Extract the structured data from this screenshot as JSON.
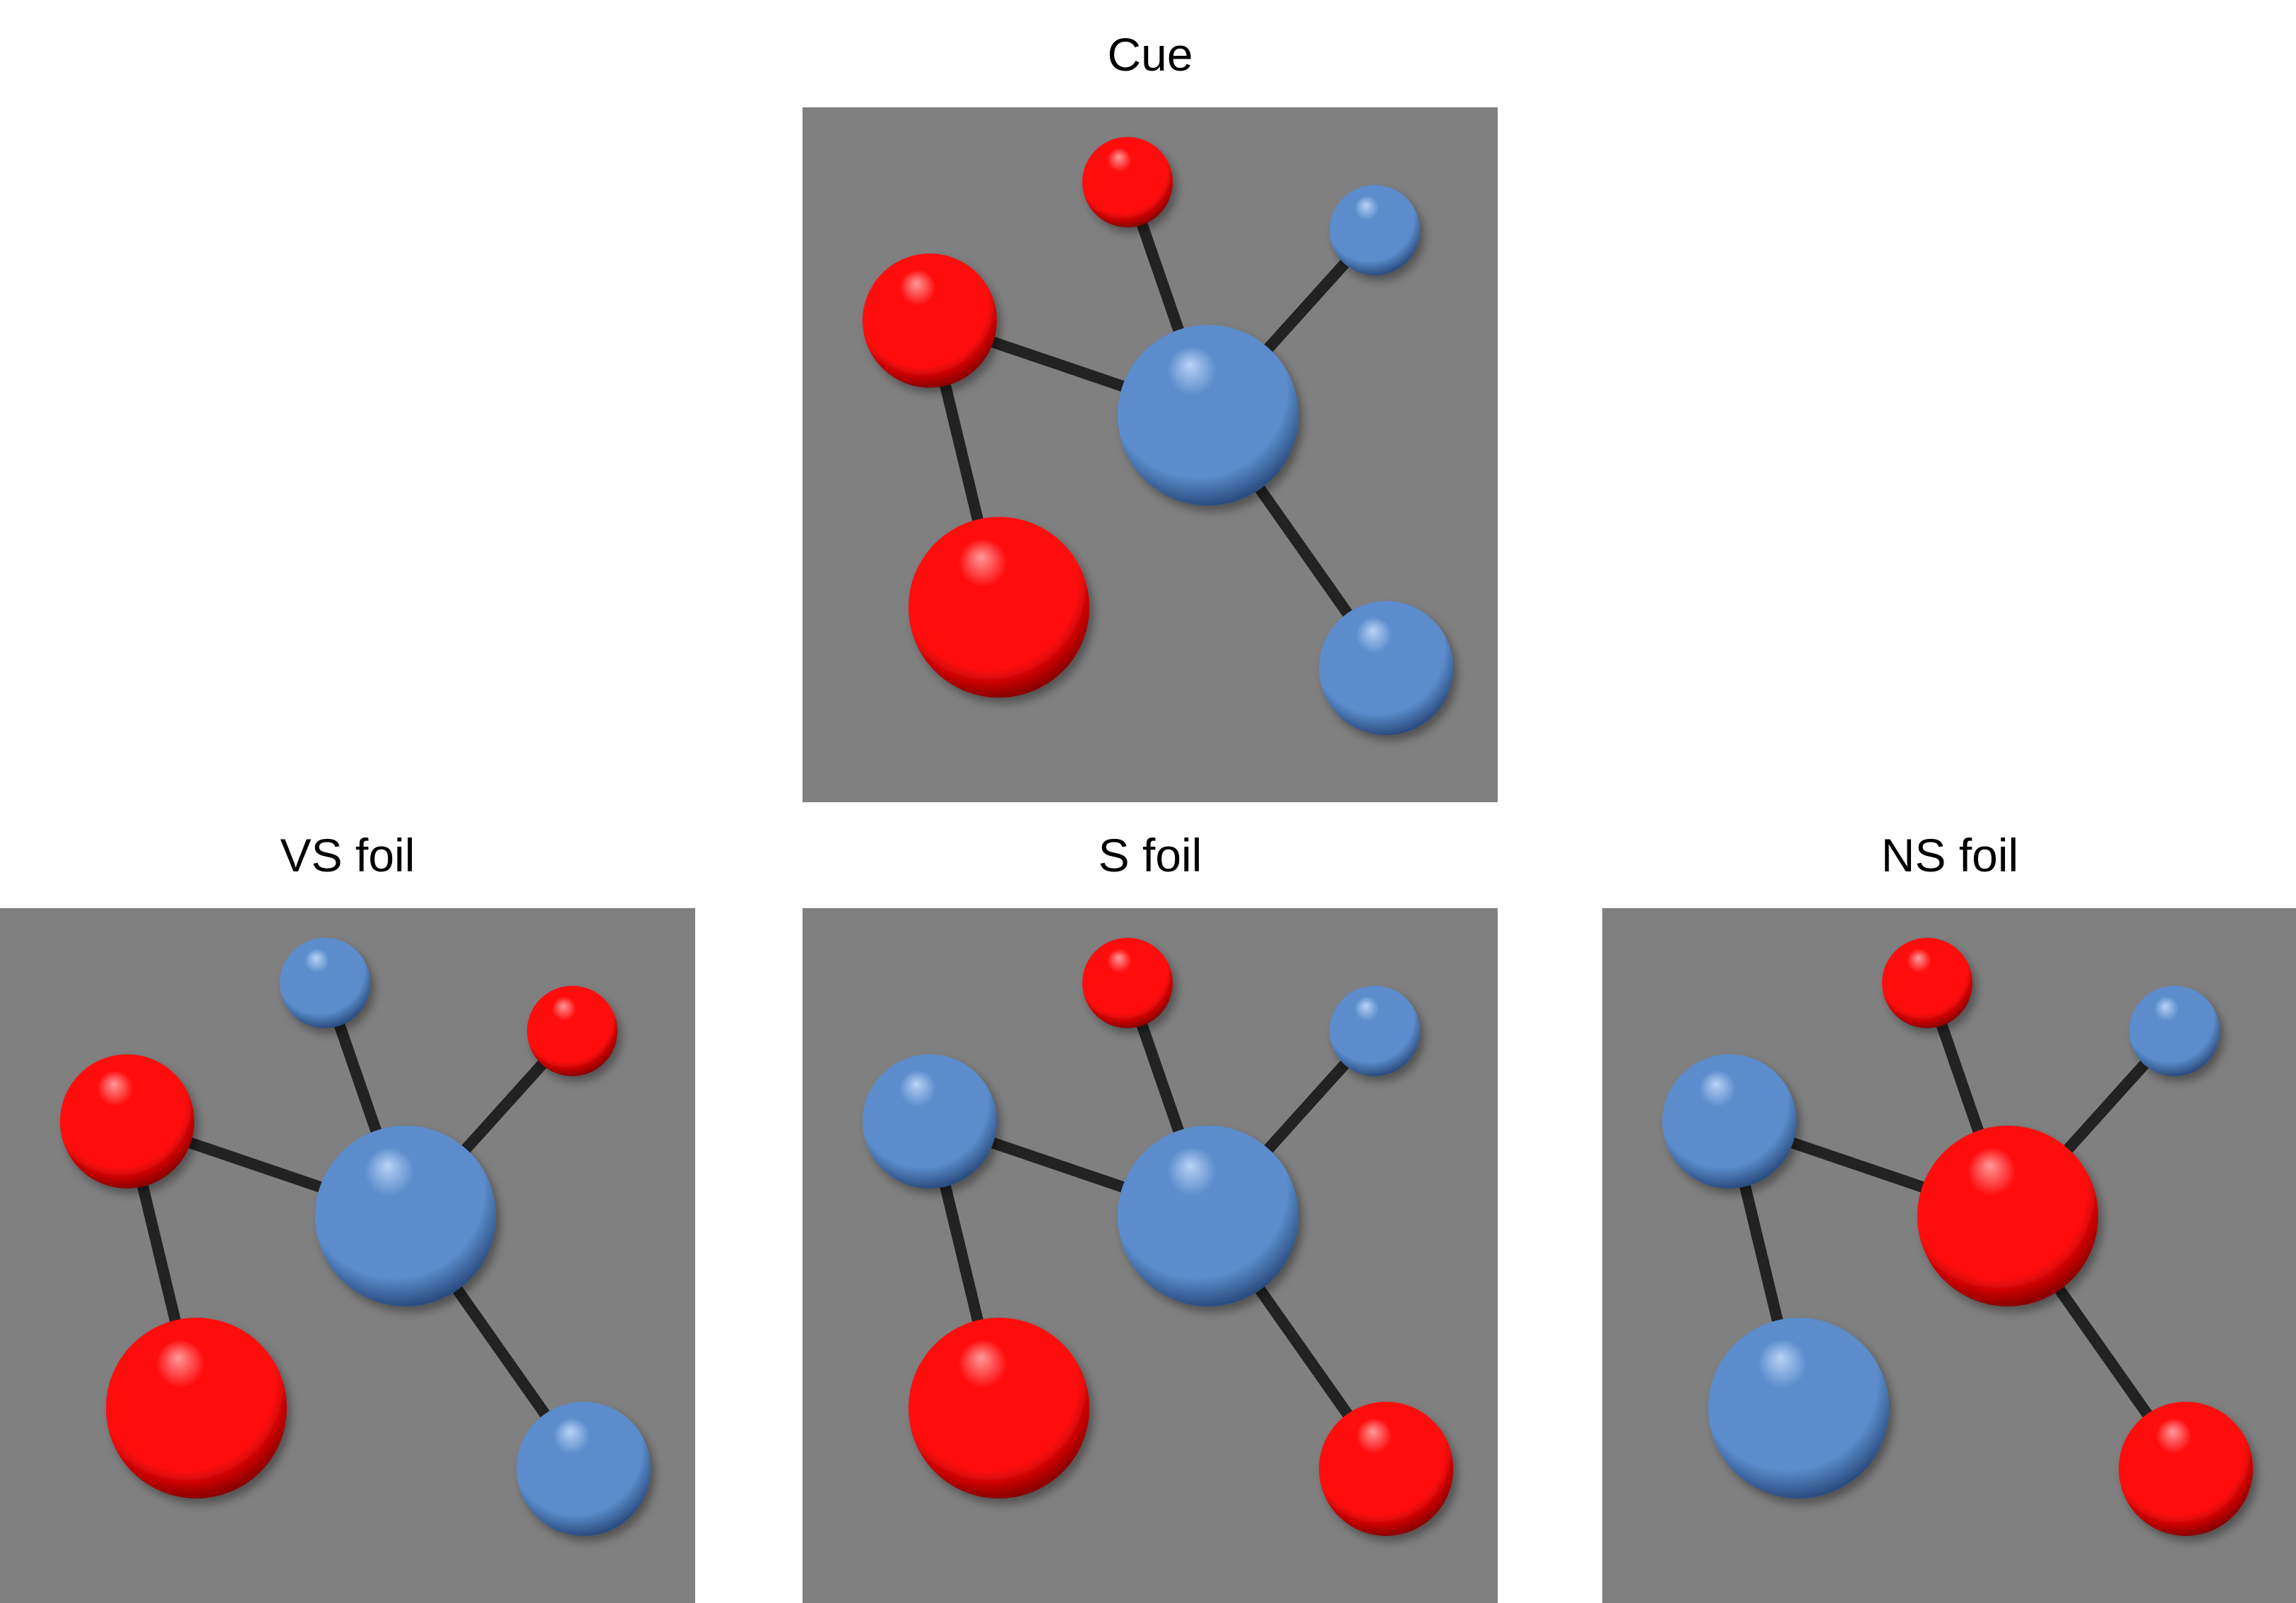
{
  "labels": {
    "cue": "Cue",
    "vs_foil": "VS foil",
    "s_foil": "S foil",
    "ns_foil": "NS foil"
  },
  "colors": {
    "panel_background": "#808080",
    "atom_red": "#ff0a0a",
    "atom_blue": "#5b8ccc",
    "bond": "#222222"
  },
  "molecules": {
    "cue": {
      "atoms": [
        "blue",
        "red",
        "red",
        "red",
        "blue",
        "blue"
      ]
    },
    "vs_foil": {
      "atoms": [
        "blue",
        "red",
        "red",
        "blue",
        "red",
        "blue"
      ]
    },
    "s_foil": {
      "atoms": [
        "blue",
        "blue",
        "red",
        "red",
        "blue",
        "red"
      ]
    },
    "ns_foil": {
      "atoms": [
        "red",
        "blue",
        "blue",
        "red",
        "blue",
        "red"
      ]
    }
  }
}
